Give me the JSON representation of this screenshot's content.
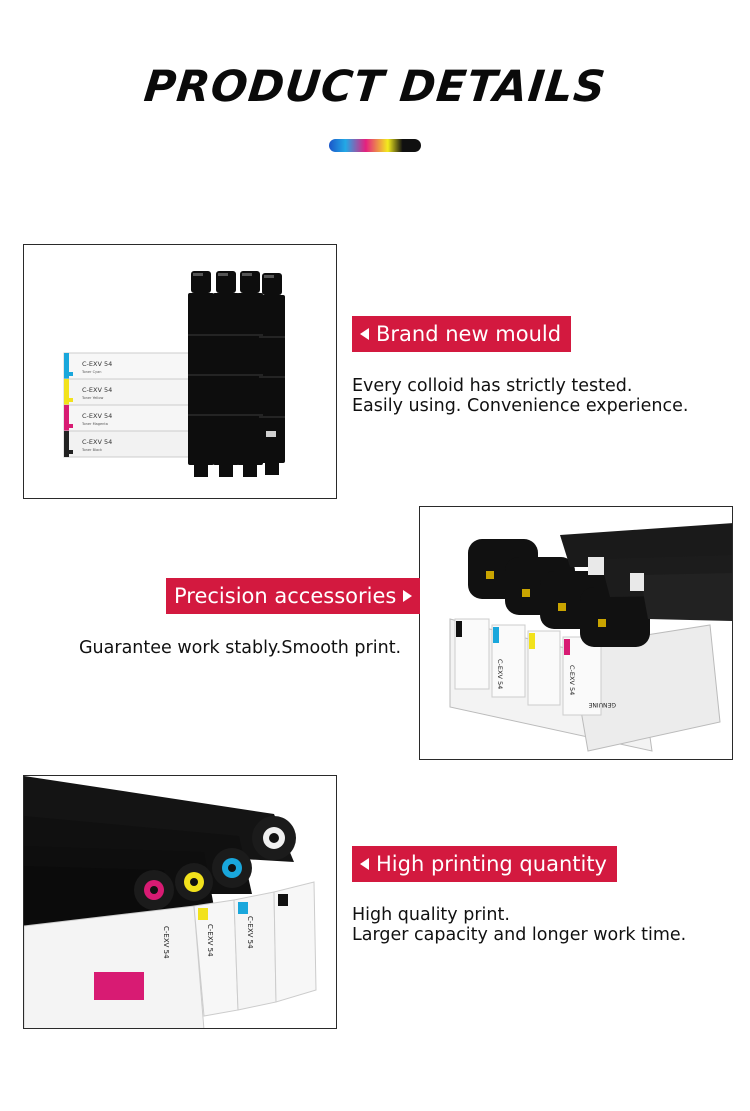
{
  "header": {
    "title": "PRODUCT DETAILS",
    "accent_colors": [
      "#1b56c9",
      "#22a9e6",
      "#e5207f",
      "#f3ec1d",
      "#101010"
    ]
  },
  "sections": [
    {
      "tag": "Brand new mould",
      "lines": [
        "Every colloid has strictly tested.",
        "Easily using. Convenience experience."
      ],
      "photo": {
        "box_labels": [
          "C-EXV 54",
          "C-EXV 54",
          "C-EXV 54",
          "C-EXV 54"
        ],
        "box_sublabels": [
          "Toner Cyan",
          "Toner Yellow",
          "Toner Magenta",
          "Toner Black"
        ]
      }
    },
    {
      "tag": "Precision accessories",
      "lines": [
        "Guarantee work stably.Smooth print."
      ],
      "photo": {
        "box_labels": [
          "C-EXV 54",
          "C-EXV 54",
          "GENUINE"
        ]
      }
    },
    {
      "tag": "High printing quantity",
      "lines": [
        "High quality print.",
        "Larger capacity and longer work time."
      ],
      "photo": {
        "box_labels": [
          "C-EXV 54",
          "C-EXV 54",
          "C-EXV 54"
        ]
      }
    }
  ],
  "colors": {
    "tag_background": "#d3193f",
    "cyan": "#19a7dc",
    "yellow": "#f2e21c",
    "magenta": "#d81b73",
    "black": "#111111"
  }
}
